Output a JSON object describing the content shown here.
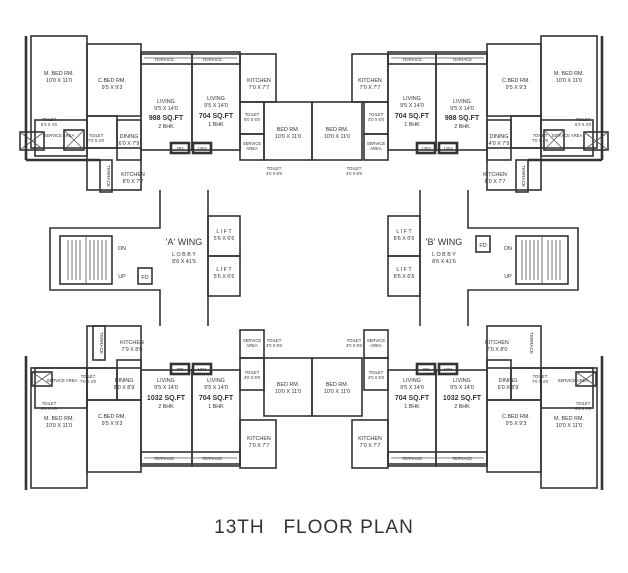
{
  "title": "13TH   FLOOR PLAN",
  "units": {
    "nw": {
      "mbed": [
        "M. BED RM.",
        "10'0 X 11'0"
      ],
      "cbed": [
        "C.BED RM.",
        "9'5 X 9'3"
      ],
      "living_a": [
        "LIVING",
        "9'5 X 14'0"
      ],
      "area_a": "988 SQ.FT",
      "bhk_a": "2 BHK",
      "living_b": [
        "LIVING",
        "9'5 X 14'0"
      ],
      "area_b": "704 SQ.FT",
      "bhk_b": "1 BHK",
      "kitchen_b": [
        "KITCHEN",
        "7'0 X 7'7"
      ],
      "toilet_a": [
        "TOILET",
        "6'3 X 4'0"
      ],
      "service_a": "SERVICE AREA",
      "toilet_c": [
        "TOILET",
        "7'0 X 4'0"
      ],
      "dining": [
        "DINING",
        "6'0 X 7'9"
      ],
      "kitchen_a": [
        "KITCHEN",
        "8'0 X 7'7"
      ],
      "terrace1": "TERRACE",
      "terrace2": "TERRACE",
      "terrace_v": "TERRACE",
      "bed_b": [
        "BED RM.",
        "10'0 X 11'0"
      ],
      "toilet_b": [
        "TOILET",
        "6'0 X 6'0"
      ],
      "service_b": [
        "SERVICE",
        "AREA"
      ],
      "toilet_d": [
        "TOILET",
        "4'0 X 6'0"
      ],
      "door1": "303",
      "door2": "1304"
    },
    "ne": {
      "mbed": [
        "M. BED RM.",
        "10'0 X 11'0"
      ],
      "cbed": [
        "C.BED RM.",
        "9'5 X 9'3"
      ],
      "living_a": [
        "LIVING",
        "9'5 X 14'0"
      ],
      "area_a": "988 SQ.FT",
      "bhk_a": "2 BHK",
      "living_b": [
        "LIVING",
        "9'5 X 14'0"
      ],
      "area_b": "704 SQ.FT",
      "bhk_b": "1 BHK",
      "kitchen_b": [
        "KITCHEN",
        "7'0 X 7'7"
      ],
      "toilet_a": [
        "TOILET",
        "6'3 X 4'0"
      ],
      "service_a": "SERVICE AREA",
      "toilet_c": [
        "TOILET",
        "7'0 X 4'0"
      ],
      "dining": [
        "DINING",
        "4'0 X 7'9"
      ],
      "kitchen_a": [
        "KITCHEN",
        "8'0 X 7'7"
      ],
      "terrace1": "TERRACE",
      "terrace2": "TERRACE",
      "terrace_v": "TERRACE",
      "bed_b": [
        "BED RM.",
        "10'0 X 11'0"
      ],
      "toilet_b": [
        "TOILET",
        "4'0 X 6'0"
      ],
      "service_b": [
        "SERVICE",
        "AREA"
      ],
      "toilet_d": [
        "TOILET",
        "4'0 X 6'0"
      ],
      "door1": "1303",
      "door2": "1304"
    },
    "sw": {
      "mbed": [
        "M. BED RM.",
        "10'0 X 11'0"
      ],
      "cbed": [
        "C.BED RM.",
        "9'5 X 9'3"
      ],
      "living_a": [
        "LIVING",
        "9'5 X 14'0"
      ],
      "area_a": "1032 SQ.FT",
      "bhk_a": "2 BHK",
      "living_b": [
        "LIVING",
        "9'5 X 14'0"
      ],
      "area_b": "704 SQ.FT",
      "bhk_b": "1 BHK",
      "kitchen_b": [
        "KITCHEN",
        "7'0 X 7'7"
      ],
      "toilet_a": [
        "TOILET",
        "6'3 X 4'0"
      ],
      "service_a": "SERVICE AREA",
      "toilet_c": [
        "TOILET",
        "7'0 X 4'0"
      ],
      "dining": [
        "DINING",
        "8'0 X 8'9"
      ],
      "kitchen_a": [
        "KITCHEN",
        "7'9 X 8'0"
      ],
      "terrace1": "TERRACE",
      "terrace2": "TERRACE",
      "terrace_v": "TERRACE",
      "bed_b": [
        "BED RM.",
        "10'0 X 11'0"
      ],
      "toilet_b": [
        "TOILET",
        "4'0 X 6'0"
      ],
      "service_b": [
        "SERVICE",
        "AREA"
      ],
      "toilet_d": [
        "TOILET",
        "4'0 X 6'0"
      ],
      "door1": "302",
      "door2": "1301"
    },
    "se": {
      "mbed": [
        "M. BED RM.",
        "10'0 X 11'0"
      ],
      "cbed": [
        "C.BED RM.",
        "9'5 X 9'3"
      ],
      "living_a": [
        "LIVING",
        "9'5 X 14'0"
      ],
      "area_a": "1032 SQ.FT",
      "bhk_a": "2 BHK",
      "living_b": [
        "LIVING",
        "9'5 X 14'0"
      ],
      "area_b": "704 SQ.FT",
      "bhk_b": "1 BHK",
      "kitchen_b": [
        "KITCHEN",
        "7'0 X 7'7"
      ],
      "toilet_a": [
        "TOILET",
        "6'3 X 4'0"
      ],
      "service_a": "SERVICE AREA",
      "toilet_c": [
        "TOILET",
        "7'0 X 4'0"
      ],
      "dining": [
        "DINING",
        "6'0 X 8'9"
      ],
      "kitchen_a": [
        "KITCHEN",
        "7'0 X 8'0"
      ],
      "terrace1": "TERRACE",
      "terrace2": "TERRACE",
      "terrace_v": "TERRACE",
      "bed_b": [
        "BED RM.",
        "10'0 X 11'0"
      ],
      "toilet_b": [
        "TOILET",
        "4'0 X 6'0"
      ],
      "service_b": [
        "SERVICE",
        "AREA"
      ],
      "toilet_d": [
        "TOILET",
        "4'0 X 6'0"
      ],
      "door1": "302",
      "door2": "1301"
    }
  },
  "center": {
    "bed_top_1": [
      "BED RM.",
      "10'0 X 11'0"
    ],
    "bed_top_2": [
      "BED RM.",
      "10'0 X 11'0"
    ],
    "bed_bot_1": [
      "BED RM.",
      "10'0 X 11'0"
    ],
    "bed_bot_2": [
      "BED RM.",
      "10'0 X 11'0"
    ]
  },
  "wing_a": {
    "name": "'A' WING",
    "lobby": "L O B B Y",
    "lobby_size": "8'6 X 41'6",
    "lift1": [
      "L I F T",
      "5'6 X 6'6"
    ],
    "lift2": [
      "L I F T",
      "5'6 X 6'6"
    ],
    "dn": "DN",
    "up": "UP",
    "fd": "FD"
  },
  "wing_b": {
    "name": "'B' WING",
    "lobby": "L O B B Y",
    "lobby_size": "8'6 X 41'6",
    "lift1": [
      "L I F T",
      "8'6 X 6'6"
    ],
    "lift2": [
      "L I F T",
      "8'6 X 6'6"
    ],
    "dn": "DN",
    "up": "UP",
    "fd": "FD"
  }
}
